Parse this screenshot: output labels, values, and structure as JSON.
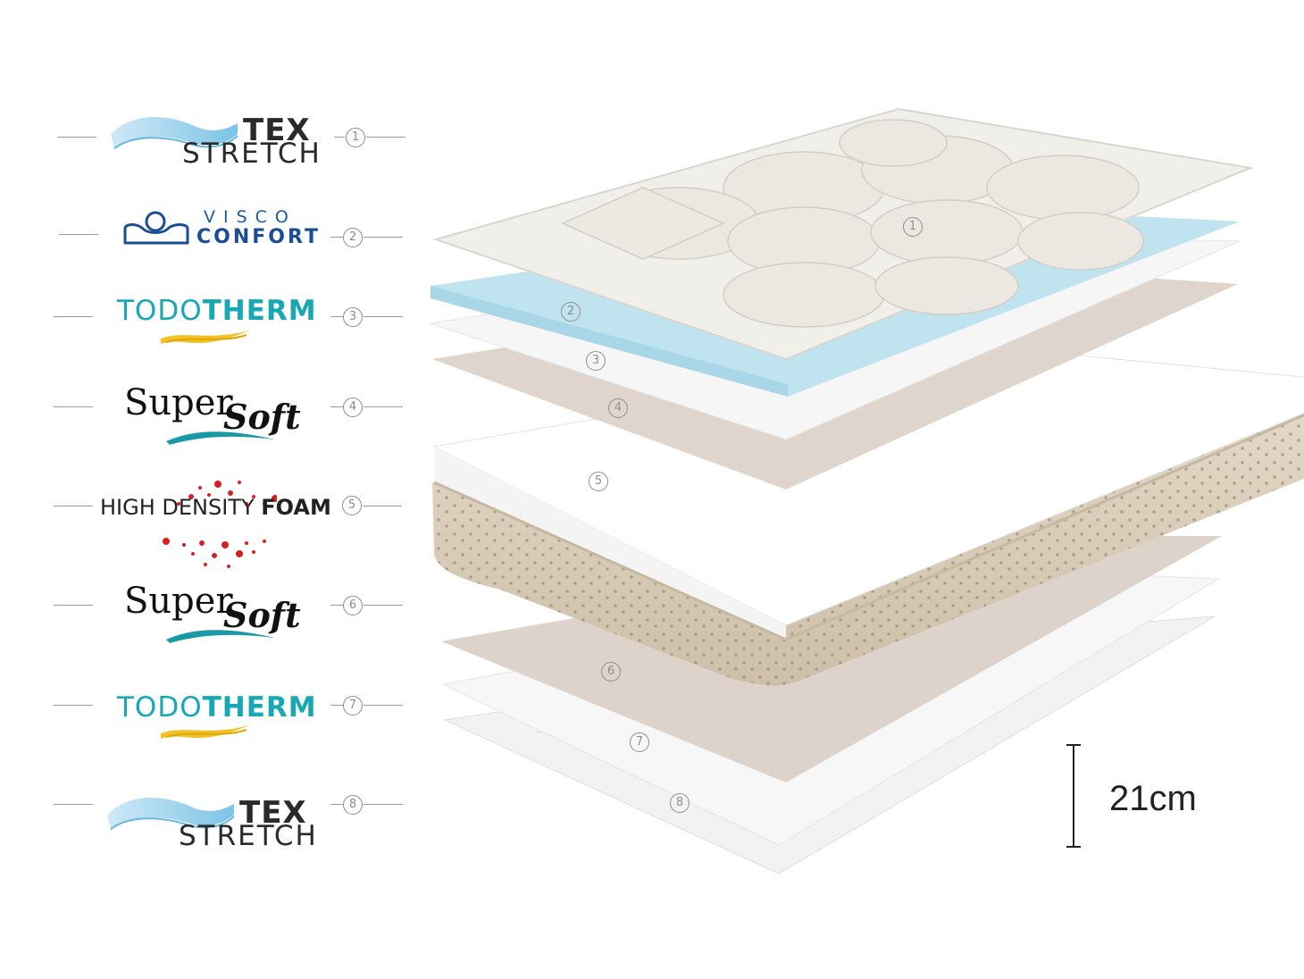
{
  "layers": [
    {
      "num": "1",
      "brand_big": "TEX",
      "brand_small": "STRETCH"
    },
    {
      "num": "2",
      "brand_top": "VISCO",
      "brand_bottom": "CONFORT"
    },
    {
      "num": "3",
      "brand_light": "TODO",
      "brand_bold": "THERM"
    },
    {
      "num": "4",
      "brand_super": "Super",
      "brand_soft": "Soft"
    },
    {
      "num": "5",
      "brand_light": "HIGH DENSITY ",
      "brand_bold": "FOAM"
    },
    {
      "num": "6",
      "brand_super": "Super",
      "brand_soft": "Soft"
    },
    {
      "num": "7",
      "brand_light": "TODO",
      "brand_bold": "THERM"
    },
    {
      "num": "8",
      "brand_big": "TEX",
      "brand_small": "STRETCH"
    }
  ],
  "dimension": {
    "label": "21cm"
  },
  "colors": {
    "cover": "#f3f1ec",
    "visco_blue": "#bfe4f0",
    "white_layer": "#f6f6f6",
    "beige_layer": "#ddd3ca",
    "side_fabric": "#d8ccb8",
    "todotherm_teal": "#17a8b4",
    "visco_navy": "#1a4d95",
    "foam_red": "#d42222"
  }
}
